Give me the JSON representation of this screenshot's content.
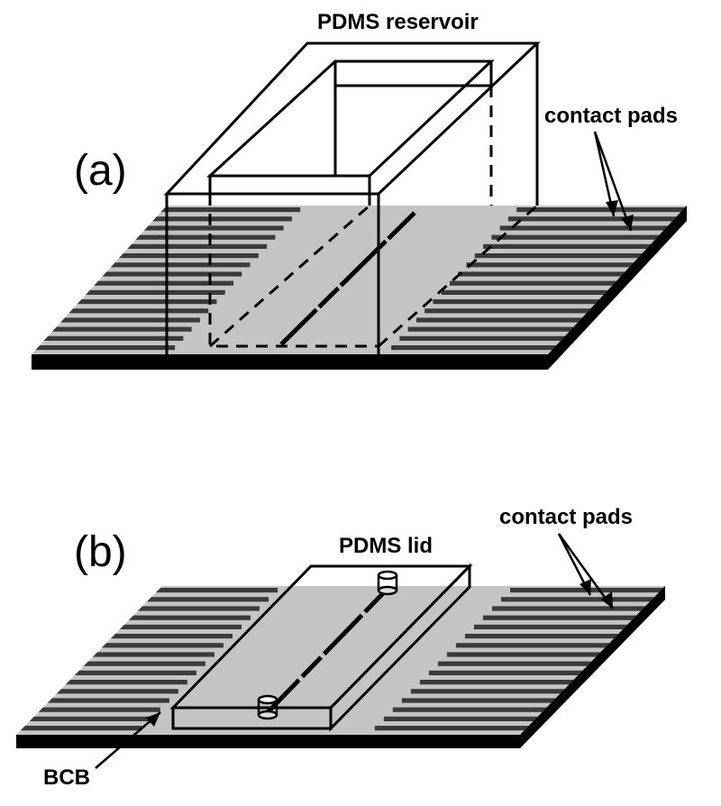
{
  "panel_a": {
    "label": "(a)",
    "reservoir_label": "PDMS reservoir",
    "pads_label": "contact pads"
  },
  "panel_b": {
    "label": "(b)",
    "lid_label": "PDMS lid",
    "pads_label": "contact pads",
    "bcb_label": "BCB"
  },
  "colors": {
    "substrate_fill": "#c4c4c4",
    "pad_dark": "#3a3a3a",
    "substrate_edge": "#000000",
    "structure_fill": "#ffffff",
    "line": "#000000"
  }
}
